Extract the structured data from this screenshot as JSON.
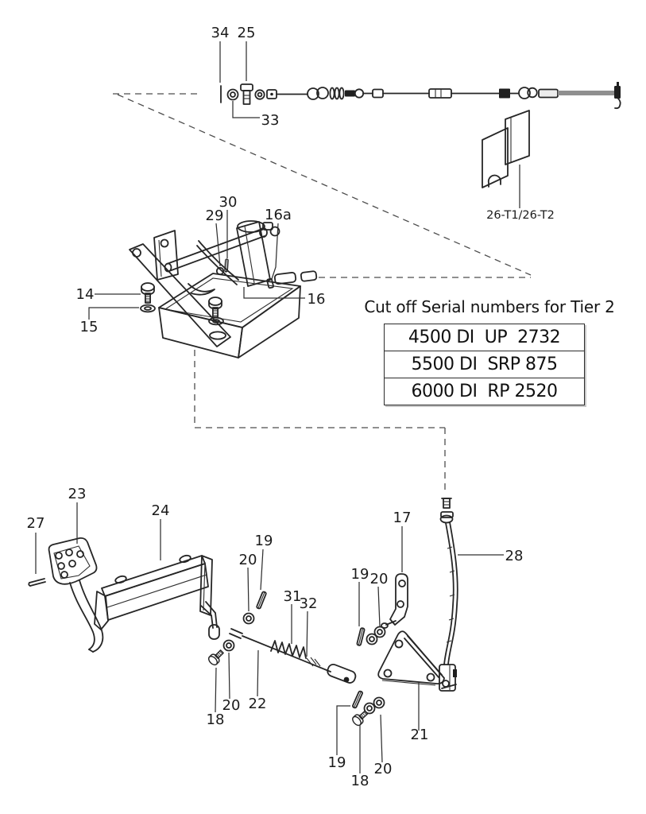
{
  "meta": {
    "description": "Exploded parts diagram - throttle control linkage",
    "background_color": "#ffffff",
    "ink_color": "#262626",
    "dash_color": "#4d4d4d"
  },
  "serial_table": {
    "title": "Cut off Serial numbers for Tier 2",
    "rows": [
      "4500 DI  UP  2732",
      "5500 DI  SRP 875",
      "6000 DI  RP 2520"
    ]
  },
  "callouts": {
    "c34": "34",
    "c25": "25",
    "c33": "33",
    "c26": "26-T1/26-T2",
    "c29": "29",
    "c30": "30",
    "c16a": "16a",
    "c14": "14",
    "c15": "15",
    "c16": "16",
    "c23": "23",
    "c27": "27",
    "c24": "24",
    "c19a": "19",
    "c20a": "20",
    "c31": "31",
    "c32": "32",
    "c22": "22",
    "c19b": "19",
    "c20b": "20",
    "c17": "17",
    "c28": "28",
    "c18a": "18",
    "c20c": "20",
    "c21": "21",
    "c19c": "19",
    "c18b": "18",
    "c20d": "20"
  }
}
